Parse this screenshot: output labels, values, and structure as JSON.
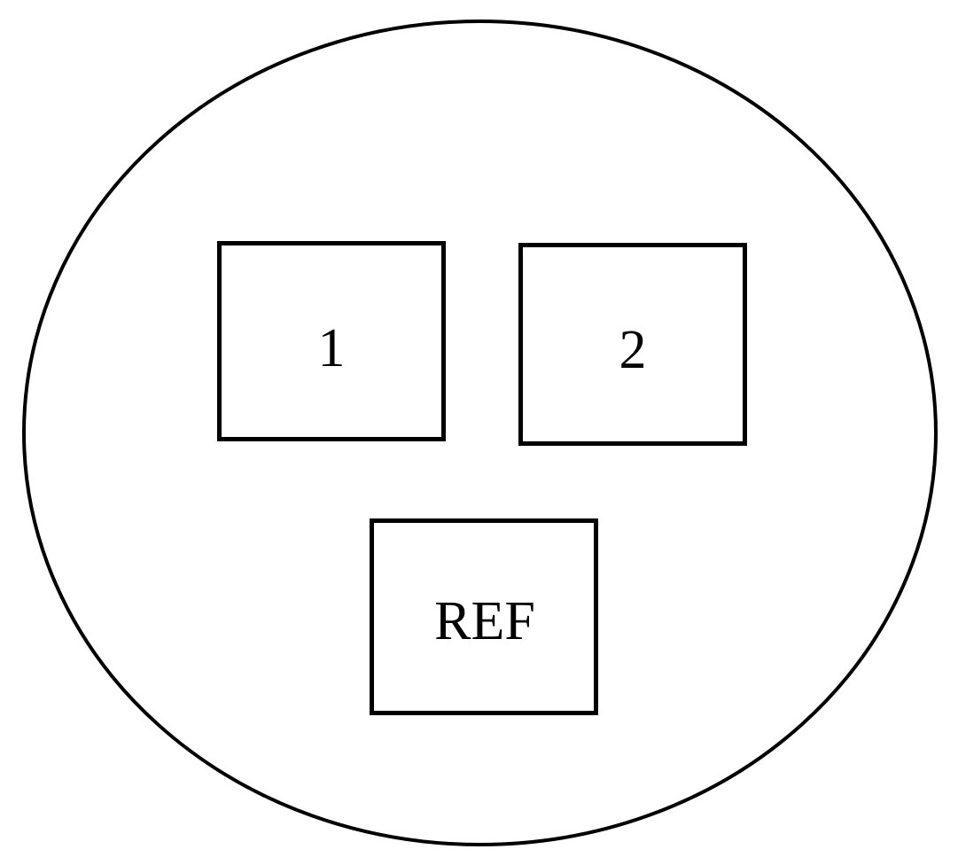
{
  "diagram": {
    "description": "Circular outline containing three labeled rectangular regions",
    "background_color": "#ffffff",
    "stroke_color": "#000000",
    "boxes": [
      {
        "label": "1"
      },
      {
        "label": "2"
      },
      {
        "label": "REF"
      }
    ]
  }
}
